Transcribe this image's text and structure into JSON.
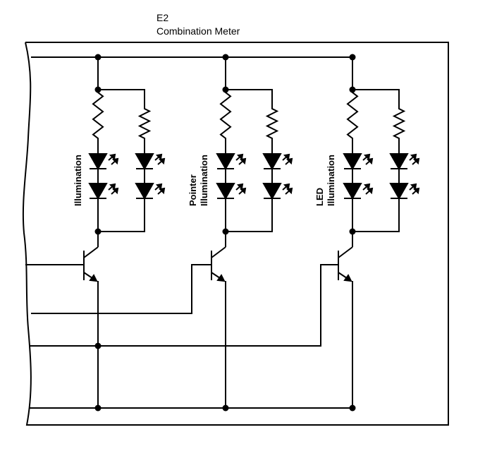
{
  "component": {
    "id": "E2",
    "name": "Combination Meter"
  },
  "groups": [
    {
      "label_line1": "Illumination",
      "label_line2": ""
    },
    {
      "label_line1": "Pointer",
      "label_line2": "Illumination"
    },
    {
      "label_line1": "LED",
      "label_line2": "Illumination"
    }
  ],
  "colors": {
    "line": "#000000",
    "background": "#ffffff"
  }
}
